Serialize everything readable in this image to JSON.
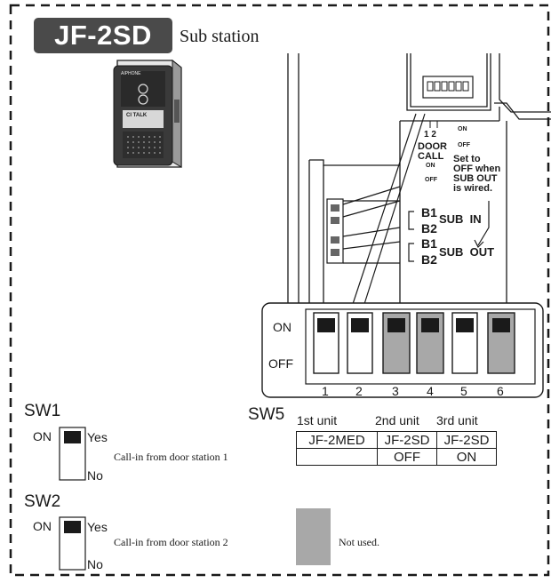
{
  "title": {
    "model": "JF-2SD",
    "subtitle": "Sub station"
  },
  "device": {
    "brand": "AIPHONE",
    "panel_label": "CI TALK"
  },
  "board": {
    "dip_top_label": "1 2",
    "on_label": "ON",
    "off_label": "OFF",
    "door_call": [
      "DOOR",
      "CALL"
    ],
    "note_lines": [
      "Set to",
      "OFF when",
      "SUB OUT",
      "is wired."
    ],
    "b1": "B1",
    "b2": "B2",
    "sub_in": "SUB  IN",
    "sub_out": "SUB  OUT"
  },
  "switch_block": {
    "on_label": "ON",
    "off_label": "OFF",
    "numbers": [
      "1",
      "2",
      "3",
      "4",
      "5",
      "6"
    ],
    "unused_positions": [
      "3",
      "4",
      "6"
    ]
  },
  "sw1": {
    "label": "SW1",
    "on": "ON",
    "yes": "Yes",
    "no": "No",
    "caption": "Call-in from door station 1"
  },
  "sw2": {
    "label": "SW2",
    "on": "ON",
    "yes": "Yes",
    "no": "No",
    "caption": "Call-in from door station 2"
  },
  "sw5": {
    "label": "SW5",
    "units": [
      "1st unit",
      "2nd unit",
      "3rd unit"
    ],
    "models": [
      "JF-2MED",
      "JF-2SD",
      "JF-2SD"
    ],
    "settings": [
      "",
      "OFF",
      "ON"
    ]
  },
  "legend": {
    "label": "Not used.",
    "color": "#a8a8a8"
  },
  "colors": {
    "dark": "#1a1a1a",
    "badge": "#4a4a4a",
    "grey": "#a8a8a8"
  }
}
